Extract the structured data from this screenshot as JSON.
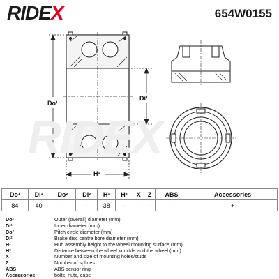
{
  "header": {
    "brand_main": "RIDE",
    "brand_x": "X",
    "part_number": "654W0155"
  },
  "drawing": {
    "watermark": "RIDEX",
    "label_do": "Do¹",
    "label_di": "Di¹",
    "label_h": "H¹"
  },
  "spec_table": {
    "headers": [
      "Do¹",
      "Di¹",
      "Do²",
      "Di²",
      "H¹",
      "H²",
      "X",
      "Z",
      "ABS",
      "Accessories"
    ],
    "values": [
      "84",
      "40",
      "-",
      "-",
      "38",
      "-",
      "-",
      "-",
      "-",
      "+"
    ]
  },
  "legend": [
    {
      "key": "Do¹",
      "desc": "Outer (overall) diameter (mm)"
    },
    {
      "key": "Di¹",
      "desc": "Inner diameter (mm)"
    },
    {
      "key": "Do²",
      "desc": "Pitch circle diameter (mm)"
    },
    {
      "key": "Di²",
      "desc": "Brake disc centre bore diameter (mm)"
    },
    {
      "key": "H¹",
      "desc": "Hub assembly height to the wheel mounting surface (mm)"
    },
    {
      "key": "H²",
      "desc": "Distance between the wheel knuckle and the wheel (mm)"
    },
    {
      "key": "X",
      "desc": "Number and size of mounting holes/studs"
    },
    {
      "key": "Z",
      "desc": "Number of splines"
    },
    {
      "key": "ABS",
      "desc": "ABS sensor ring"
    },
    {
      "key": "Accessories",
      "desc": "bolts, nuts, caps"
    }
  ]
}
